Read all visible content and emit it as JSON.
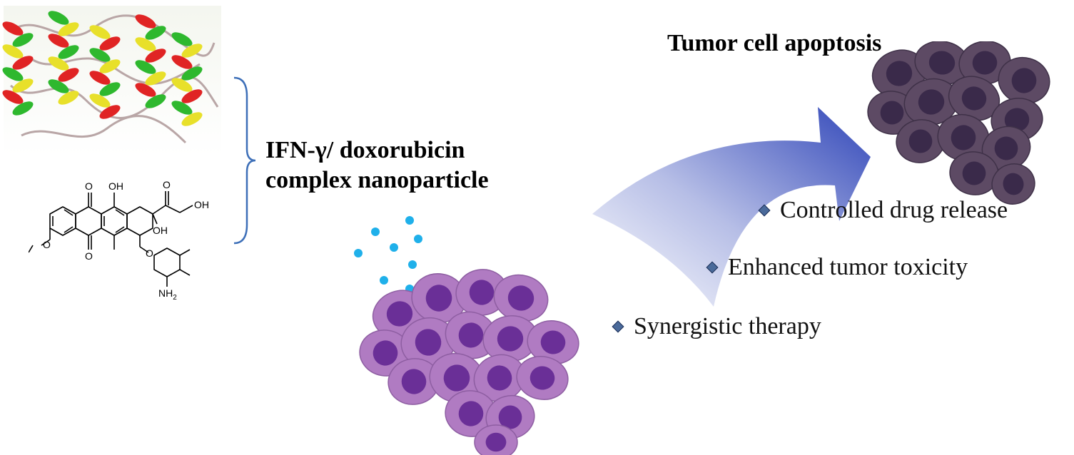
{
  "colors": {
    "helix_green": "#2eb82e",
    "helix_red": "#e02424",
    "helix_yellow": "#e8e02a",
    "coil": "#b9a6a6",
    "bracket": "#3d6fb8",
    "dot": "#1fb0ea",
    "cell_before": "#b07bc2",
    "cell_before_nucleus": "#6a2f97",
    "cell_after": "#5d4a64",
    "cell_after_nucleus": "#3a2a4a",
    "arrow": "#2f45b8",
    "bullet": "#4a6a9a"
  },
  "labels": {
    "complex_line1": "IFN-γ/ doxorubicin",
    "complex_line2": "complex nanoparticle",
    "apoptosis": "Tumor cell apoptosis"
  },
  "molecule_labels": {
    "oh_top": "OH",
    "oh_chain": "OH",
    "oh_ring_b": "OH",
    "oh_sugar": "OH",
    "o_top": "O",
    "o_bottom": "O",
    "o_keto": "O",
    "o_methoxy": "O",
    "o_glyco": "O",
    "o_sugar": "O",
    "nh2": "NH",
    "nh2_sub": "2"
  },
  "benefits": [
    {
      "text": "Controlled drug release"
    },
    {
      "text": "Enhanced tumor toxicity"
    },
    {
      "text": "Synergistic therapy"
    }
  ]
}
